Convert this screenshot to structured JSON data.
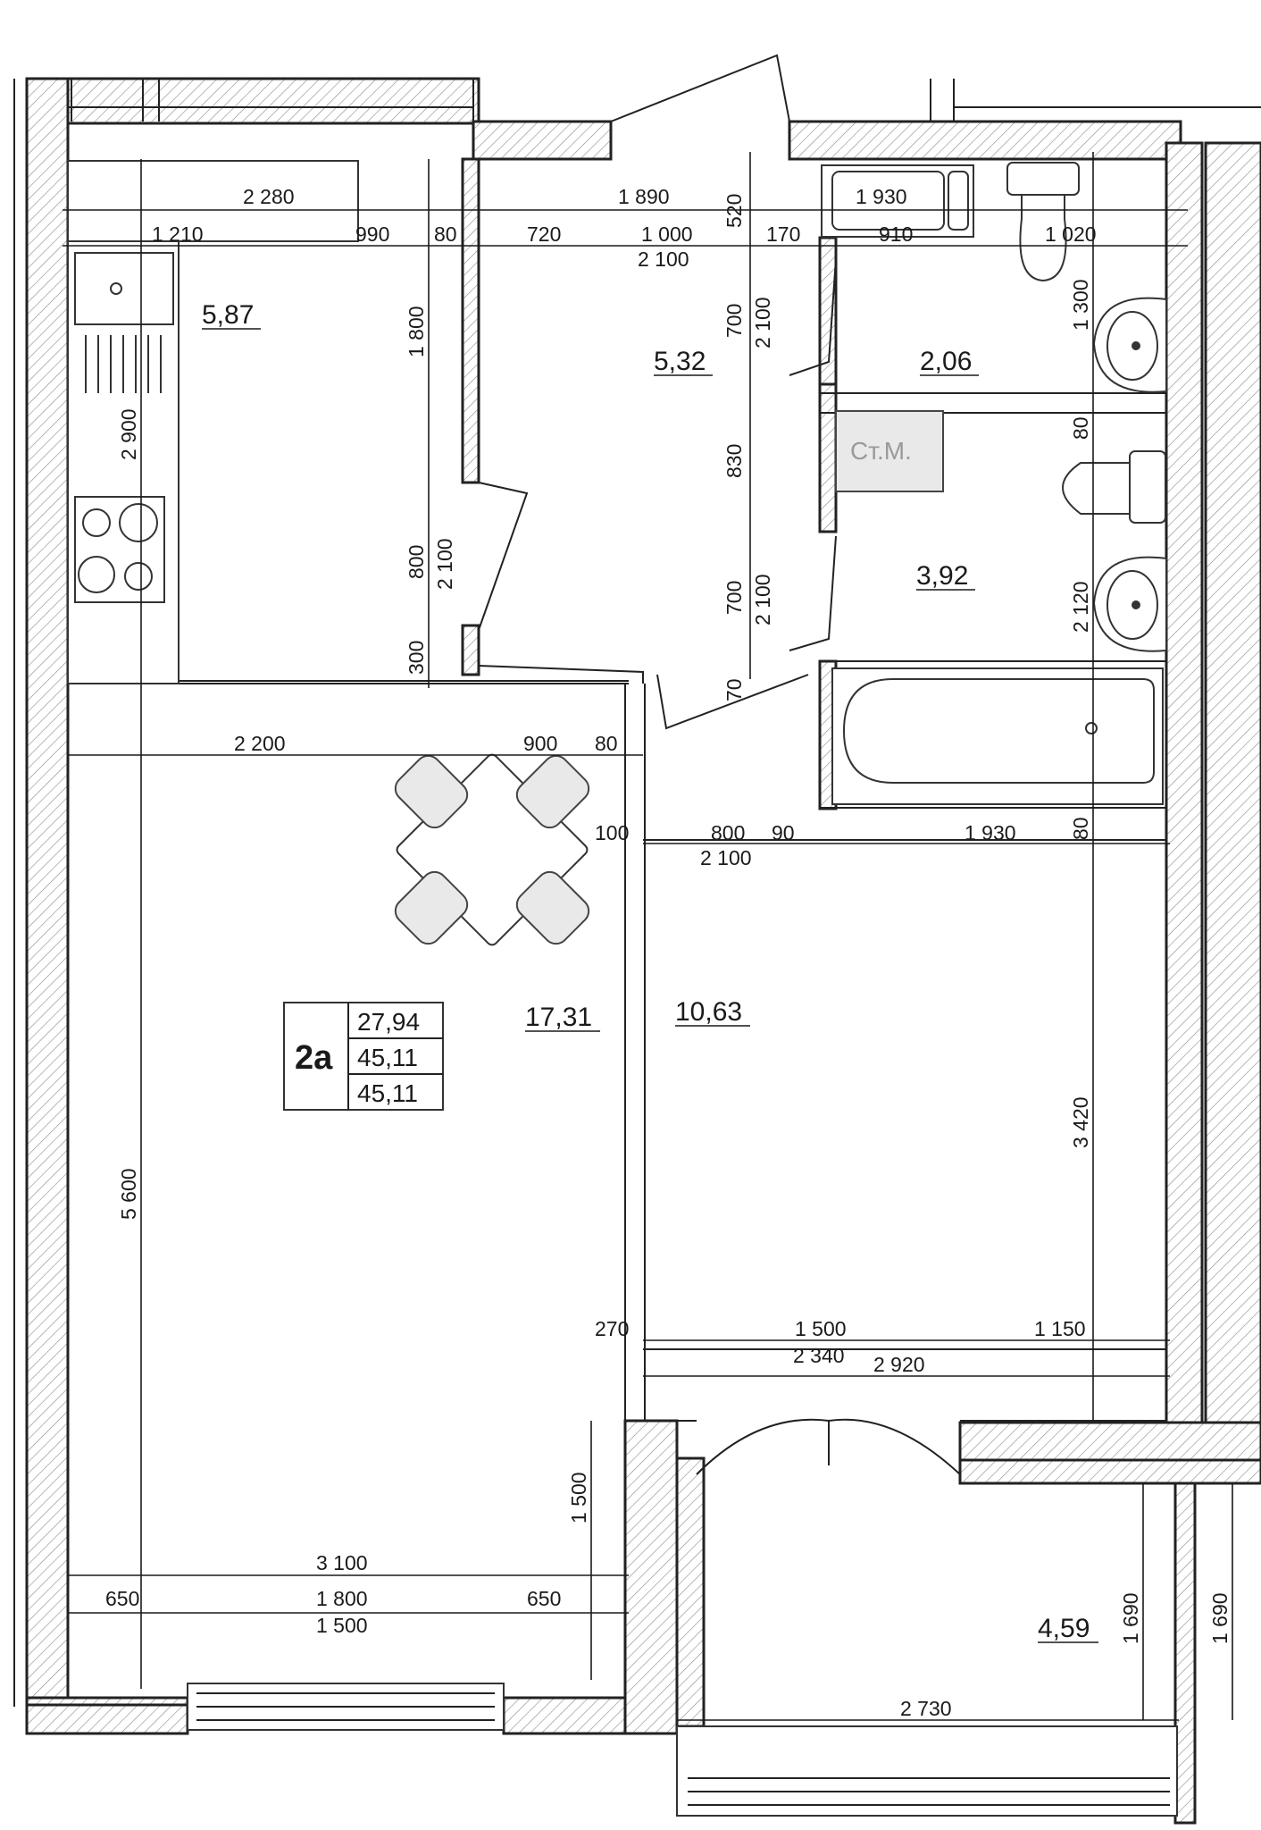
{
  "apartment": {
    "label": "2а",
    "living_area": "27,94",
    "total_area": "45,11",
    "total_area_2": "45,11"
  },
  "rooms": [
    {
      "id": "kitchen-corner",
      "area": "5,87"
    },
    {
      "id": "hallway",
      "area": "5,32"
    },
    {
      "id": "toilet",
      "area": "2,06"
    },
    {
      "id": "bathroom",
      "area": "3,92"
    },
    {
      "id": "living-room",
      "area": "17,31"
    },
    {
      "id": "bedroom",
      "area": "10,63"
    },
    {
      "id": "loggia",
      "area": "4,59"
    }
  ],
  "labels": {
    "washing_machine": "Ст.М."
  },
  "dimensions": {
    "h": [
      "2 280",
      "1 890",
      "1 930",
      "1 210",
      "990",
      "80",
      "720",
      "1 000",
      "170",
      "910",
      "1 020",
      "2 100",
      "2 200",
      "900",
      "80",
      "100",
      "800",
      "90",
      "1 930",
      "2 100",
      "270",
      "1 500",
      "1 150",
      "2 340",
      "2 920",
      "3 100",
      "650",
      "1 800",
      "650",
      "1 500",
      "2 730"
    ],
    "v": [
      "520",
      "1 800",
      "700",
      "2 100",
      "1 300",
      "830",
      "80",
      "800",
      "2 100",
      "700",
      "2 100",
      "2 120",
      "300",
      "70",
      "2 900",
      "80",
      "3 420",
      "5 600",
      "1 500",
      "1 690",
      "1 690"
    ]
  }
}
